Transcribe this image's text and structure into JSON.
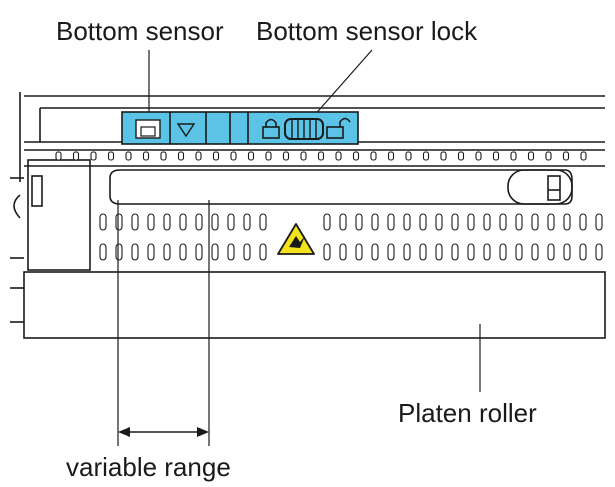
{
  "labels": {
    "bottom_sensor": "Bottom sensor",
    "bottom_sensor_lock": "Bottom sensor lock",
    "platen_roller": "Platen roller",
    "variable_range": "variable range"
  },
  "colors": {
    "sensor_panel": "#5bc3e6",
    "warning_sign": "#f2e21b",
    "line": "#1a1a1a"
  },
  "icons": {
    "lock": "lock-closed-icon",
    "unlock": "lock-open-icon",
    "arrow": "triangle-down-icon",
    "warning": "hand-crush-warning-icon"
  }
}
